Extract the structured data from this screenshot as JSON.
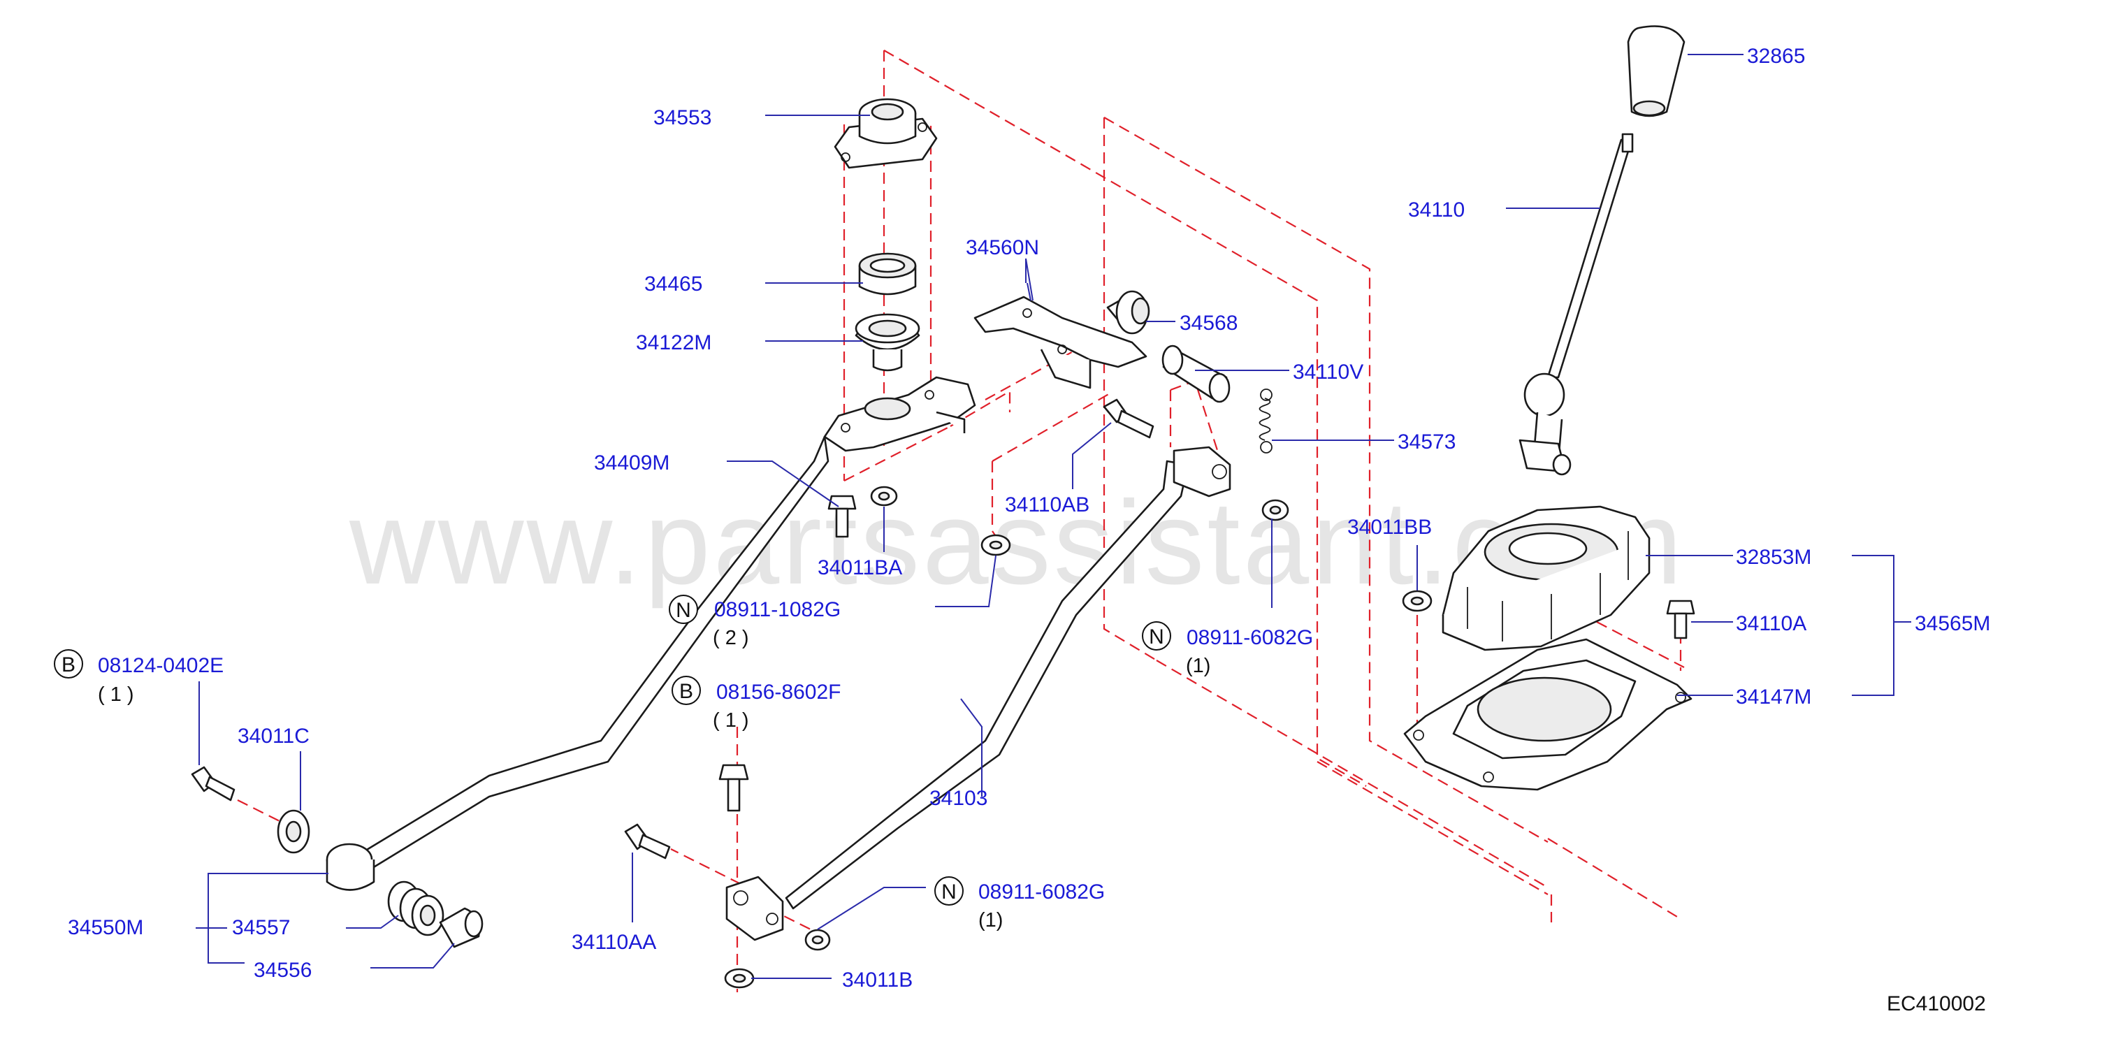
{
  "watermark": "www.partsassistant.com",
  "diagram_code": "EC410002",
  "labels": {
    "p34553": "34553",
    "p34465": "34465",
    "p34122M": "34122M",
    "p34409M": "34409M",
    "p34560N": "34560N",
    "p34568": "34568",
    "p34110V": "34110V",
    "p34573": "34573",
    "p34110AB": "34110AB",
    "p34011BA": "34011BA",
    "p34011BB": "34011BB",
    "p34865": "32865",
    "p34110": "34110",
    "p32853M": "32853M",
    "p34110A": "34110A",
    "p34565M": "34565M",
    "p34147M": "34147M",
    "p08911_1082G": "08911-1082G",
    "p08911_6082G_a": "08911-6082G",
    "p08911_6082G_b": "08911-6082G",
    "p08124_0402E": "08124-0402E",
    "p08156_8602F": "08156-8602F",
    "p34011C": "34011C",
    "p34550M": "34550M",
    "p34557": "34557",
    "p34556": "34556",
    "p34103": "34103",
    "p34110AA": "34110AA",
    "p34011B": "34011B"
  },
  "circle_letters": {
    "n1": "N",
    "n2": "N",
    "n3": "N",
    "b1": "B",
    "b2": "B"
  },
  "quantities": {
    "q_08911_1082G": "( 2 )",
    "q_08911_6082G_a": "(1)",
    "q_08911_6082G_b": "(1)",
    "q_08124_0402E": "( 1 )",
    "q_08156_8602F": "( 1 )"
  },
  "colors": {
    "label": "#1a1ad6",
    "dashed_guides": "#e0202a",
    "outline": "#1a1a1a"
  }
}
